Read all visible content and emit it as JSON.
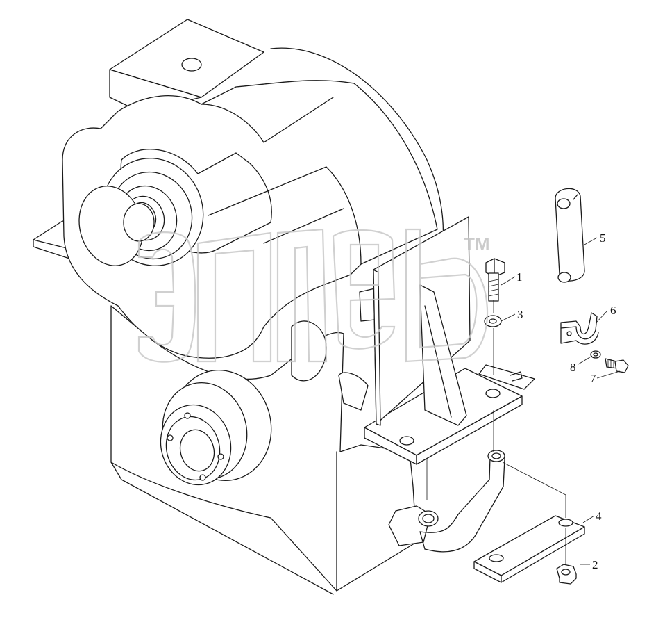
{
  "watermark": {
    "trademark": "TM"
  },
  "callouts": [
    {
      "id": "1",
      "label": "1"
    },
    {
      "id": "2",
      "label": "2"
    },
    {
      "id": "3",
      "label": "3"
    },
    {
      "id": "4",
      "label": "4"
    },
    {
      "id": "5",
      "label": "5"
    },
    {
      "id": "6",
      "label": "6"
    },
    {
      "id": "7",
      "label": "7"
    },
    {
      "id": "8",
      "label": "8"
    }
  ]
}
